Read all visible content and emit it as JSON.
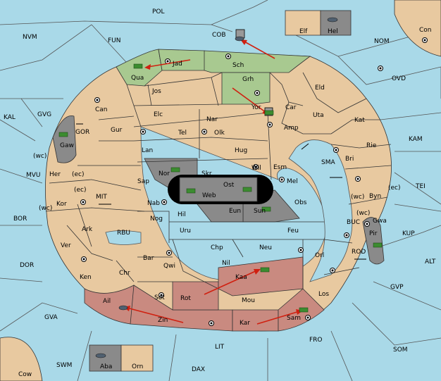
{
  "map": {
    "sea_color": "#a9d9e8",
    "land_color": "#e8c9a0",
    "green_color": "#a8c990",
    "red_color": "#c98a80",
    "grey_color": "#8a8a8a",
    "order_color": "#d02010"
  },
  "labels": {
    "POL": "POL",
    "NVM": "NVM",
    "FUN": "FUN",
    "COB": "COB",
    "NOM": "NOM",
    "Elf": "Elf",
    "Hel": "Hel",
    "Con": "Con",
    "Jad": "Jad",
    "Qua": "Qua",
    "Sch": "Sch",
    "Grh": "Grh",
    "OVD": "OVD",
    "Jos": "Jos",
    "Eld": "Eld",
    "Can": "Can",
    "Yor": "Yor",
    "Car": "Car",
    "Uta": "Uta",
    "Kat": "Kat",
    "Elc": "Elc",
    "Nar": "Nar",
    "Amp": "Amp",
    "KAL": "KAL",
    "GVG": "GVG",
    "GOR": "GOR",
    "Tel": "Tel",
    "Olk": "Olk",
    "KAM": "KAM",
    "Gaw": "Gaw",
    "Gur": "Gur",
    "Lan": "Lan",
    "Hug": "Hug",
    "Rie": "Rie",
    "Bri": "Bri",
    "wc1": "(wc)",
    "SMA": "SMA",
    "Wil": "Wil",
    "Esm": "Esm",
    "Nor": "Nor",
    "Skr": "Skr",
    "MVU": "MVU",
    "Her": "Her",
    "ec1": "(ec)",
    "Sap": "Sap",
    "Ost": "Ost",
    "Mel": "Mel",
    "ec2": "(ec)",
    "TEI": "TEI",
    "Web": "Web",
    "Byn": "Byn",
    "wc2": "(wc)",
    "ec3": "(ec)",
    "MIT": "MIT",
    "Kor": "Kor",
    "wc3": "(wc)",
    "Nab": "Nab",
    "Obs": "Obs",
    "Eun": "Eun",
    "Sun": "Sun",
    "wc4": "(wc)",
    "BOR": "BOR",
    "Ark": "Ark",
    "Hil": "Hil",
    "Gwa": "Gwa",
    "RBU": "RBU",
    "Nog": "Nog",
    "Uru": "Uru",
    "Feu": "Feu",
    "BUC": "BUC",
    "KUP": "KUP",
    "Pir": "Pir",
    "Ver": "Ver",
    "Chp": "Chp",
    "Neu": "Neu",
    "ROD": "ROD",
    "Bar": "Bar",
    "Orl": "Orl",
    "DOR": "DOR",
    "Qwi": "Qwi",
    "Nil": "Nil",
    "ALT": "ALT",
    "Ken": "Ken",
    "Chr": "Chr",
    "Kaa": "Kaa",
    "GVP": "GVP",
    "Ail": "Ail",
    "Sot": "Sot",
    "Rot": "Rot",
    "Mou": "Mou",
    "Los": "Los",
    "GVA": "GVA",
    "Zin": "Zin",
    "Kar": "Kar",
    "Sam": "Sam",
    "FRO": "FRO",
    "LIT": "LIT",
    "SOM": "SOM",
    "SWM": "SWM",
    "Aba": "Aba",
    "Orn": "Orn",
    "DAX": "DAX",
    "Cow": "Cow"
  }
}
